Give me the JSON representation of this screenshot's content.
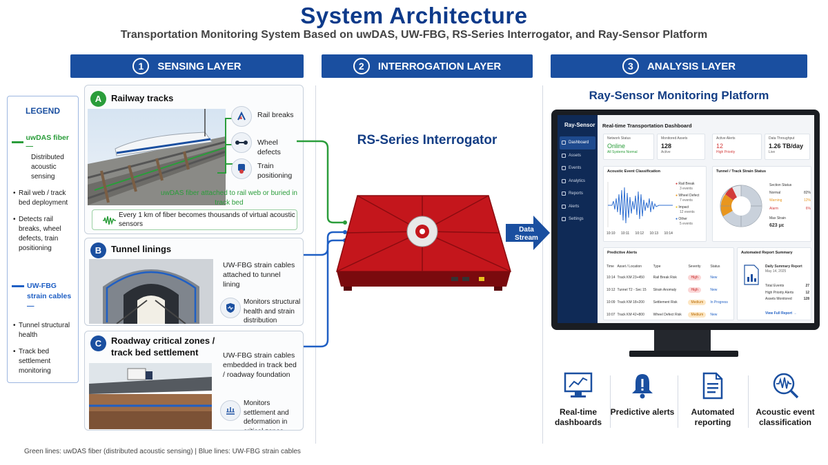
{
  "header": {
    "title": "System Architecture",
    "subtitle": "Transportation Monitoring System Based on uwDAS, UW-FBG, RS-Series Interrogator, and Ray-Sensor Platform"
  },
  "layers": [
    {
      "num": "1",
      "label": "SENSING LAYER"
    },
    {
      "num": "2",
      "label": "INTERROGATION LAYER"
    },
    {
      "num": "3",
      "label": "ANALYSIS LAYER"
    }
  ],
  "legend": {
    "title": "LEGEND",
    "uwdas_label": "uwDAS fiber —",
    "uwdas_desc": "Distributed acoustic sensing",
    "uwdas_bullets": [
      "Rail web / track bed deployment",
      "Detects rail breaks, wheel defects, train positioning"
    ],
    "fbg_label": "UW-FBG strain cables —",
    "fbg_bullets": [
      "Tunnel structural health",
      "Track bed settlement monitoring"
    ]
  },
  "card_a": {
    "badge": "A",
    "title": "Railway tracks",
    "detections": [
      "Rail breaks",
      "Wheel defects",
      "Train positioning"
    ],
    "fiber_text": "uwDAS fiber attached to rail web or buried in track bed",
    "note": "Every 1 km of fiber becomes thousands of virtual acoustic sensors"
  },
  "card_b": {
    "badge": "B",
    "title": "Tunnel linings",
    "desc": "UW-FBG strain cables attached to tunnel lining",
    "monitor": "Monitors structural health and strain distribution"
  },
  "card_c": {
    "badge": "C",
    "title": "Roadway critical zones / track bed settlement",
    "desc": "UW-FBG strain cables embedded in track bed / roadway foundation",
    "monitor": "Monitors settlement and deformation in critical zones"
  },
  "interrogator": {
    "title": "RS-Series Interrogator",
    "data_stream": "Data Stream"
  },
  "platform": {
    "title": "Ray-Sensor Monitoring Platform",
    "brand": "Ray-Sensor",
    "nav": [
      "Dashboard",
      "Assets",
      "Events",
      "Analytics",
      "Reports",
      "Alerts",
      "Settings"
    ],
    "dashboard_title": "Real-time Transportation Dashboard",
    "kpis": [
      {
        "label": "Network Status",
        "value": "Online",
        "sub": "All Systems Normal"
      },
      {
        "label": "Monitored Assets",
        "value": "128",
        "sub": "Active"
      },
      {
        "label": "Active Alerts",
        "value": "12",
        "sub": "High Priority"
      },
      {
        "label": "Data Throughput",
        "value": "1.26 TB/day",
        "sub": "Live"
      }
    ],
    "acoustic": {
      "title": "Acoustic Event Classification",
      "times": [
        "10:10",
        "10:11",
        "10:12",
        "10:13",
        "10:14"
      ],
      "legend": [
        {
          "name": "Rail Break",
          "count": "3 events",
          "color": "#d23b3b"
        },
        {
          "name": "Wheel Defect",
          "count": "7 events",
          "color": "#e8961e"
        },
        {
          "name": "Impact",
          "count": "12 events",
          "color": "#e8c21e"
        },
        {
          "name": "Other",
          "count": "5 events",
          "color": "#2f6fd1"
        }
      ]
    },
    "strain": {
      "title": "Tunnel / Track Strain Status",
      "section_label": "Section Status",
      "rows": [
        {
          "name": "Normal",
          "value": "82%",
          "color": "#2a9d3a"
        },
        {
          "name": "Warning",
          "value": "12%",
          "color": "#e8961e"
        },
        {
          "name": "Alarm",
          "value": "6%",
          "color": "#d23b3b"
        }
      ],
      "max_label": "Max Strain",
      "max_value": "623 με"
    },
    "alerts": {
      "title": "Predictive Alerts",
      "headers": [
        "Time",
        "Asset / Location",
        "Type",
        "Severity",
        "Status"
      ],
      "rows": [
        [
          "10:14",
          "Track KM 23+450",
          "Rail Break Risk",
          "High",
          "New"
        ],
        [
          "10:12",
          "Tunnel T2 - Sec 15",
          "Strain Anomaly",
          "High",
          "New"
        ],
        [
          "10:09",
          "Track KM 18+200",
          "Settlement Risk",
          "Medium",
          "In Progress"
        ],
        [
          "10:07",
          "Track KM 42+800",
          "Wheel Defect Risk",
          "Medium",
          "New"
        ]
      ]
    },
    "report": {
      "title": "Automated Report Summary",
      "name": "Daily Summary Report",
      "date": "May 14, 2025",
      "items": [
        {
          "label": "Total Events",
          "value": "27"
        },
        {
          "label": "High Priority Alerts",
          "value": "12"
        },
        {
          "label": "Assets Monitored",
          "value": "128"
        }
      ],
      "link": "View Full Report →"
    }
  },
  "features": [
    {
      "label": "Real-time dashboards",
      "icon": "dashboard-icon"
    },
    {
      "label": "Predictive alerts",
      "icon": "bell-icon"
    },
    {
      "label": "Automated reporting",
      "icon": "document-icon"
    },
    {
      "label": "Acoustic event classification",
      "icon": "waveform-search-icon"
    }
  ],
  "footer": {
    "text": "Green lines: uwDAS fiber (distributed acoustic sensing)   |   Blue lines: UW-FBG strain cables"
  },
  "colors": {
    "green": "#2a9d3a",
    "blue": "#1f5fc4",
    "navy": "#1a4fa0",
    "device_red": "#c4161c"
  }
}
